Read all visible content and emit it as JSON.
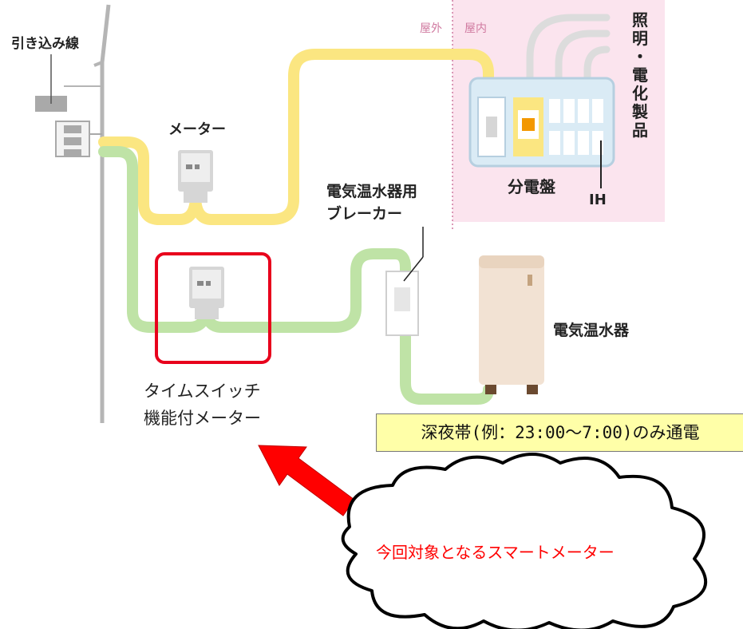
{
  "labels": {
    "service_line": "引き込み線",
    "outdoor": "屋外",
    "indoor": "屋内",
    "lighting": [
      "照",
      "明",
      "・",
      "電",
      "化",
      "製",
      "品"
    ],
    "meter": "メーター",
    "panel": "分電盤",
    "ih": "IH",
    "breaker_line1": "電気温水器用",
    "breaker_line2": "ブレーカー",
    "water_heater": "電気温水器",
    "ts_meter_line1": "タイムスイッチ",
    "ts_meter_line2": "機能付メーター",
    "note": "深夜帯(例：23:00〜7:00)のみ通電",
    "callout": "今回対象となるスマートメーター"
  },
  "colors": {
    "yellow_line": "#fbe681",
    "green_line": "#bfe3a6",
    "highlight": "#e8001c",
    "indoor_bg": "#fbe4ee",
    "note_bg": "#ffffa8",
    "arrow": "#ff0000"
  }
}
